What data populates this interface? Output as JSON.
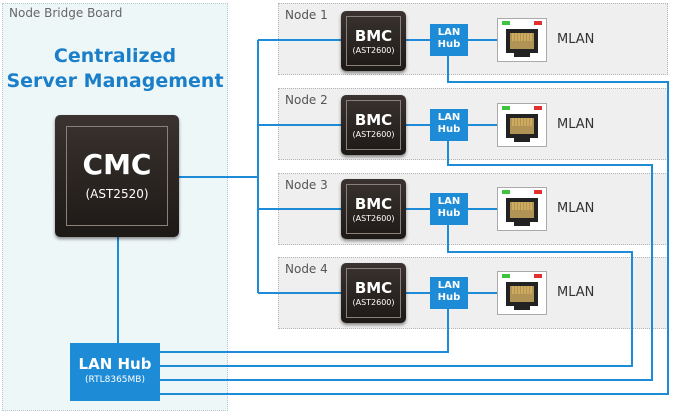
{
  "board": {
    "label": "Node Bridge Board",
    "title_line1": "Centralized",
    "title_line2": "Server Management"
  },
  "cmc": {
    "title": "CMC",
    "subtitle": "(AST2520)"
  },
  "main_hub": {
    "title": "LAN Hub",
    "subtitle": "(RTL8365MB)"
  },
  "nodes": [
    {
      "label": "Node 1",
      "bmc_title": "BMC",
      "bmc_sub": "(AST2600)",
      "hub_line1": "LAN",
      "hub_line2": "Hub",
      "port_label": "MLAN"
    },
    {
      "label": "Node 2",
      "bmc_title": "BMC",
      "bmc_sub": "(AST2600)",
      "hub_line1": "LAN",
      "hub_line2": "Hub",
      "port_label": "MLAN"
    },
    {
      "label": "Node 3",
      "bmc_title": "BMC",
      "bmc_sub": "(AST2600)",
      "hub_line1": "LAN",
      "hub_line2": "Hub",
      "port_label": "MLAN"
    },
    {
      "label": "Node 4",
      "bmc_title": "BMC",
      "bmc_sub": "(AST2600)",
      "hub_line1": "LAN",
      "hub_line2": "Hub",
      "port_label": "MLAN"
    }
  ],
  "colors": {
    "line": "#1d8bd6",
    "hub": "#1d8bd6",
    "title": "#1a7fc8",
    "chip": "#2a2420",
    "led_green": "#3ec43e",
    "led_red": "#e03030"
  }
}
